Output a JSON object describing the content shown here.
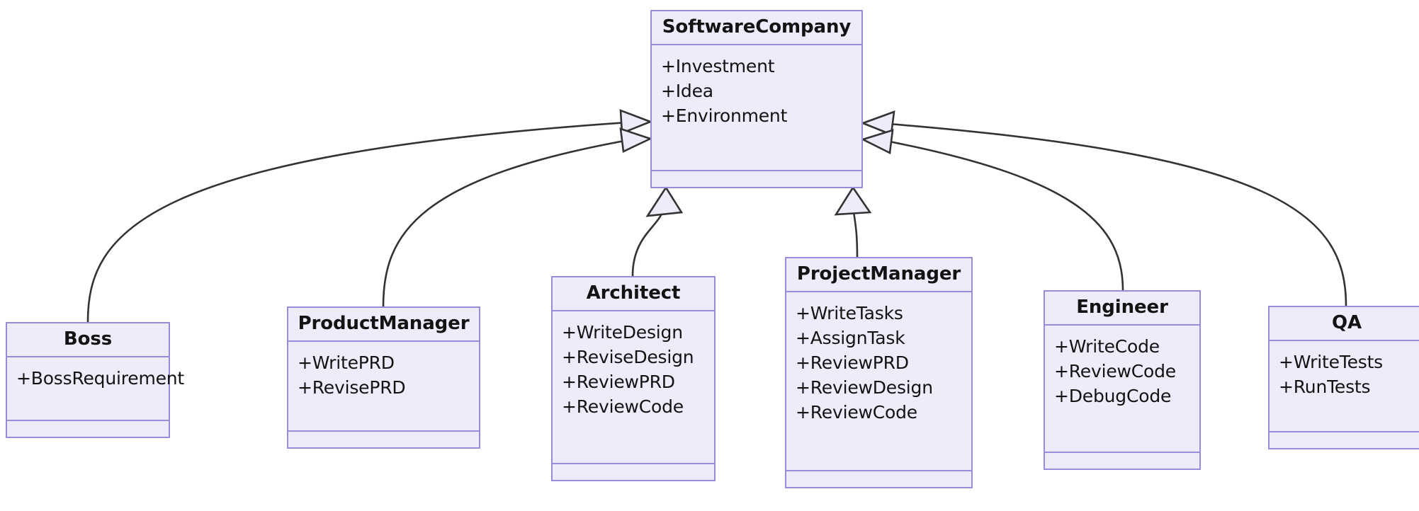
{
  "diagram": {
    "type": "uml-class-diagram",
    "relationship": "generalization",
    "colors": {
      "fill": "#ECECFB",
      "border": "#9A8BDB",
      "edge": "#333333",
      "text": "#131313",
      "background": "#FFFFFF"
    },
    "classes": [
      {
        "id": "softwarecompany",
        "name": "SoftwareCompany",
        "attributes": [
          "+Investment",
          "+Idea",
          "+Environment"
        ],
        "methods": []
      },
      {
        "id": "boss",
        "name": "Boss",
        "attributes": [
          "+BossRequirement"
        ],
        "methods": []
      },
      {
        "id": "productmanager",
        "name": "ProductManager",
        "attributes": [
          "+WritePRD",
          "+RevisePRD"
        ],
        "methods": []
      },
      {
        "id": "architect",
        "name": "Architect",
        "attributes": [
          "+WriteDesign",
          "+ReviseDesign",
          "+ReviewPRD",
          "+ReviewCode"
        ],
        "methods": []
      },
      {
        "id": "projectmanager",
        "name": "ProjectManager",
        "attributes": [
          "+WriteTasks",
          "+AssignTask",
          "+ReviewPRD",
          "+ReviewDesign",
          "+ReviewCode"
        ],
        "methods": []
      },
      {
        "id": "engineer",
        "name": "Engineer",
        "attributes": [
          "+WriteCode",
          "+ReviewCode",
          "+DebugCode"
        ],
        "methods": []
      },
      {
        "id": "qa",
        "name": "QA",
        "attributes": [
          "+WriteTests",
          "+RunTests"
        ],
        "methods": []
      }
    ],
    "edges": [
      {
        "from": "boss",
        "to": "softwarecompany",
        "kind": "generalization"
      },
      {
        "from": "productmanager",
        "to": "softwarecompany",
        "kind": "generalization"
      },
      {
        "from": "architect",
        "to": "softwarecompany",
        "kind": "generalization"
      },
      {
        "from": "projectmanager",
        "to": "softwarecompany",
        "kind": "generalization"
      },
      {
        "from": "engineer",
        "to": "softwarecompany",
        "kind": "generalization"
      },
      {
        "from": "qa",
        "to": "softwarecompany",
        "kind": "generalization"
      }
    ]
  }
}
